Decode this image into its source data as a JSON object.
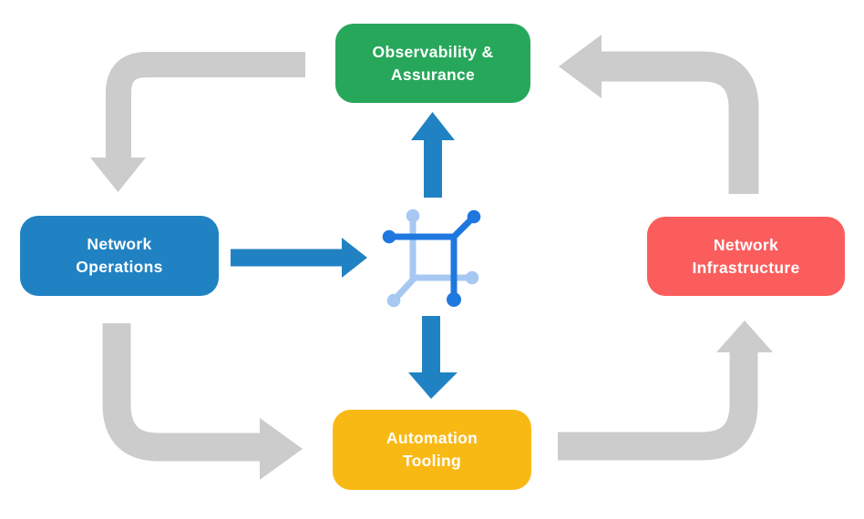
{
  "diagram": {
    "title": "network operations lifecycle diagram",
    "background_color": "#ffffff",
    "nodes": [
      {
        "id": "observability-assurance",
        "label": "Observability &\nAssurance",
        "color": "#26a75a"
      },
      {
        "id": "network-operations",
        "label": "Network\nOperations",
        "color": "#2182c3"
      },
      {
        "id": "network-infrastructure",
        "label": "Network\nInfrastructure",
        "color": "#fb5d5d"
      },
      {
        "id": "automation-tooling",
        "label": "Automation\nTooling",
        "color": "#f9b915"
      }
    ],
    "center_icon": "network-nodes-icon",
    "colors": {
      "cycle_arrow": "#cccccc",
      "flow_arrow": "#2182c3",
      "icon_primary": "#1f77e0",
      "icon_secondary": "#a6c8f2",
      "label_text": "#ffffff"
    },
    "edges": [
      {
        "from": "observability-assurance",
        "to": "network-operations",
        "type": "cycle"
      },
      {
        "from": "network-operations",
        "to": "automation-tooling",
        "type": "cycle"
      },
      {
        "from": "automation-tooling",
        "to": "network-infrastructure",
        "type": "cycle"
      },
      {
        "from": "network-infrastructure",
        "to": "observability-assurance",
        "type": "cycle"
      },
      {
        "from": "network-operations",
        "to": "center-icon",
        "type": "flow"
      },
      {
        "from": "center-icon",
        "to": "observability-assurance",
        "type": "flow"
      },
      {
        "from": "center-icon",
        "to": "automation-tooling",
        "type": "flow"
      }
    ]
  }
}
